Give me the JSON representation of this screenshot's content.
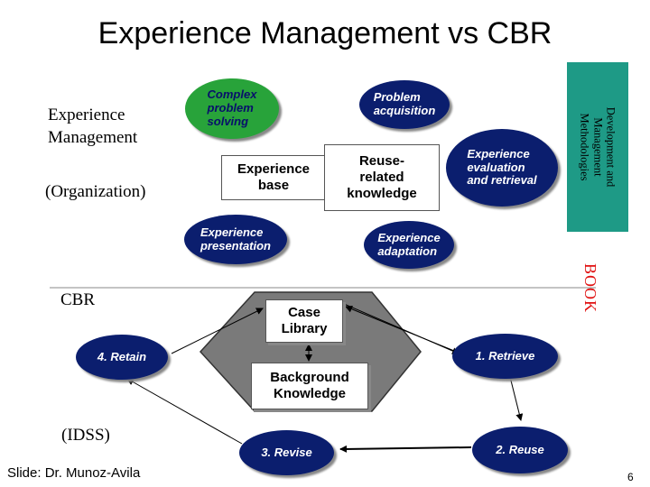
{
  "title": "Experience Management vs CBR",
  "left_labels": {
    "em": "Experience\nManagement",
    "org": "(Organization)",
    "cbr": "CBR",
    "idss": "(IDSS)"
  },
  "em_nodes": {
    "complex": "Complex\nproblem\nsolving",
    "acquisition": "Problem\nacquisition",
    "evaluation": "Experience\nevaluation\nand retrieval",
    "presentation": "Experience\npresentation",
    "adaptation": "Experience\nadaptation",
    "base": "Experience\nbase",
    "reuse": "Reuse-\nrelated\nknowledge"
  },
  "sidebar": "Development and\nManagement\nMethodologies",
  "book": "BOOK",
  "cbr_nodes": {
    "case_library": "Case\nLibrary",
    "background": "Background\nKnowledge",
    "retrieve": "1. Retrieve",
    "reuse": "2. Reuse",
    "revise": "3. Revise",
    "retain": "4. Retain"
  },
  "footer": {
    "credit": "Slide: Dr. Munoz-Avila",
    "page": "6"
  },
  "colors": {
    "ellipse": "#0b1e6e",
    "green": "#28a33a",
    "sidebar": "#1e9a86",
    "book": "#e01010",
    "hexagon": "#7a7a7a"
  }
}
